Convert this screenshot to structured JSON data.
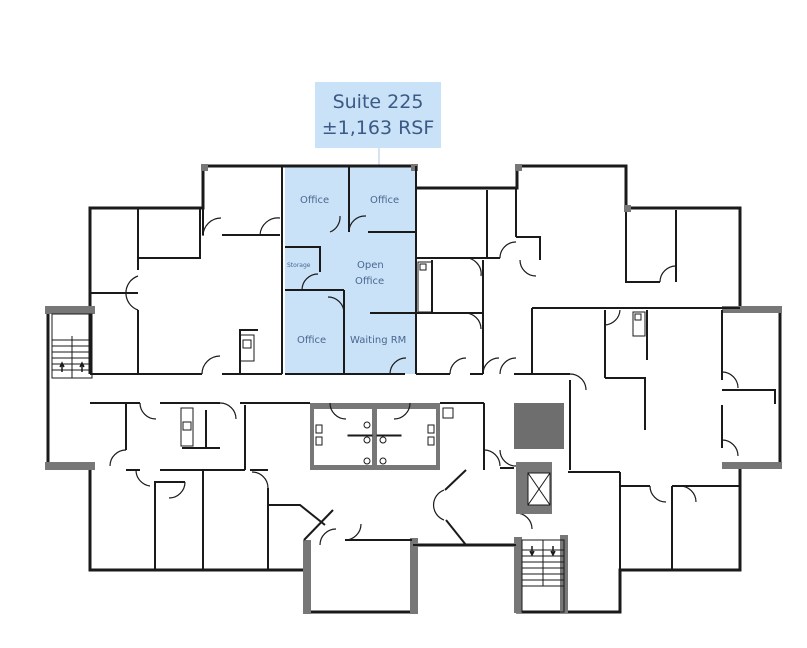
{
  "callout": {
    "title": "Suite 225",
    "area": "±1,163 RSF"
  },
  "suite": {
    "name": "Suite 225",
    "highlight_color": "#c9e2f8",
    "text_color": "#3b5a85",
    "rooms": [
      {
        "label": "Office"
      },
      {
        "label": "Office"
      },
      {
        "label": "Storage"
      },
      {
        "label_line1": "Open",
        "label_line2": "Office"
      },
      {
        "label": "Office"
      },
      {
        "label": "Waiting RM"
      }
    ]
  },
  "colors": {
    "wall": "#1a1a1a",
    "column": "#777777",
    "core": "#6e6e6e",
    "background": "#ffffff"
  }
}
